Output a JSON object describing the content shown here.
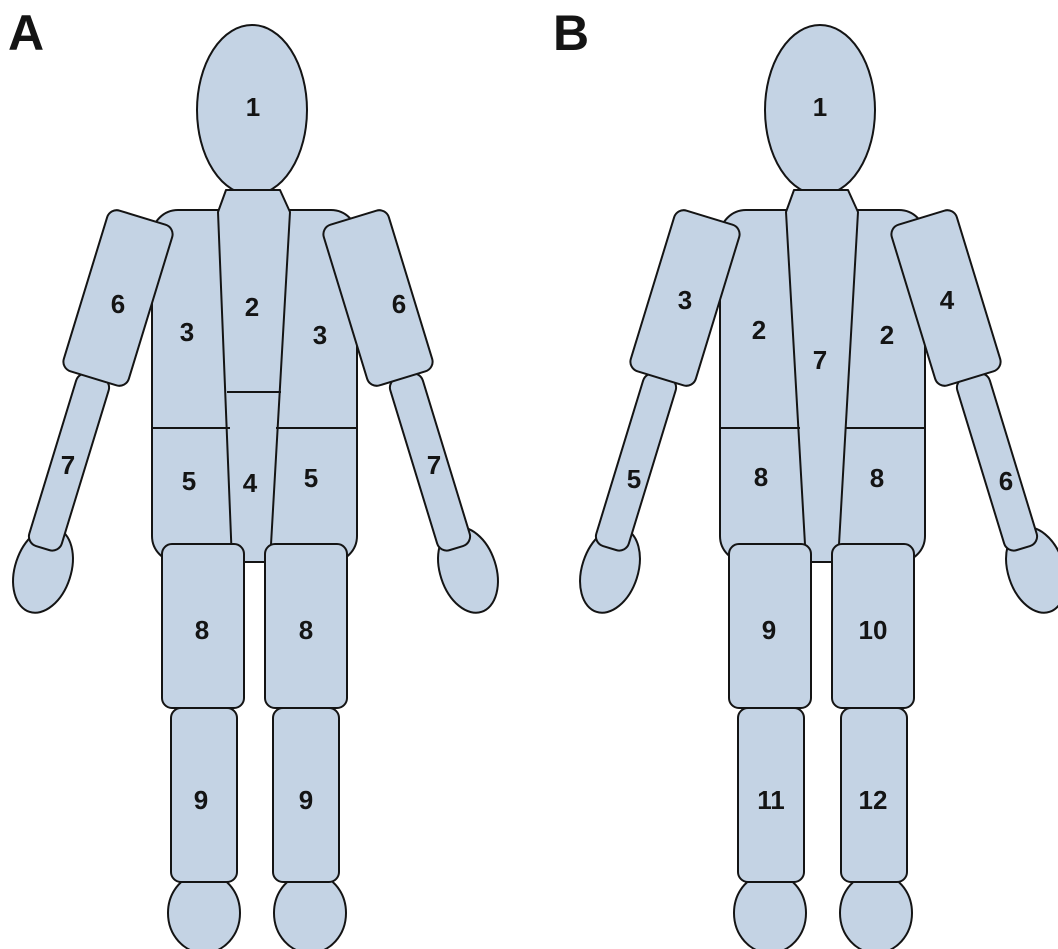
{
  "colors": {
    "body_fill": "#c4d3e4",
    "outline": "#141414",
    "background": "#ffffff"
  },
  "panels": [
    {
      "letter": "A",
      "labels": {
        "head": "1",
        "center_chest": "2",
        "left_chest": "3",
        "right_chest": "3",
        "center_abdomen": "4",
        "left_abdomen": "5",
        "right_abdomen": "5",
        "left_upper_arm": "6",
        "right_upper_arm": "6",
        "left_forearm": "7",
        "right_forearm": "7",
        "left_thigh": "8",
        "right_thigh": "8",
        "left_shin": "9",
        "right_shin": "9"
      }
    },
    {
      "letter": "B",
      "labels": {
        "head": "1",
        "left_chest": "2",
        "right_chest": "2",
        "left_upper_arm": "3",
        "right_upper_arm": "4",
        "left_forearm": "5",
        "right_forearm": "6",
        "center_torso": "7",
        "left_abdomen": "8",
        "right_abdomen": "8",
        "left_thigh": "9",
        "right_thigh": "10",
        "left_shin": "11",
        "right_shin": "12"
      }
    }
  ]
}
